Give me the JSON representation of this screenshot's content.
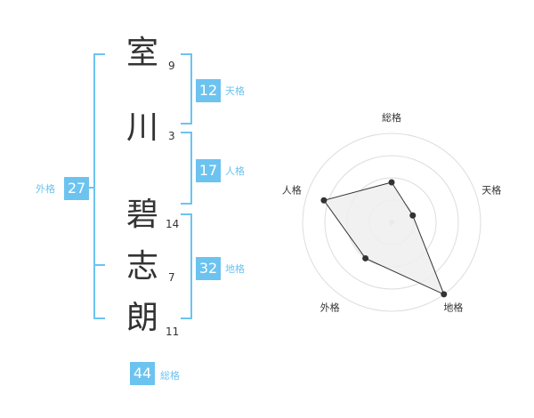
{
  "name": [
    {
      "char": "室",
      "strokes": "9"
    },
    {
      "char": "川",
      "strokes": "3"
    },
    {
      "char": "碧",
      "strokes": "14"
    },
    {
      "char": "志",
      "strokes": "7"
    },
    {
      "char": "朗",
      "strokes": "11"
    }
  ],
  "kakusu": {
    "tenkaku": {
      "value": "12",
      "label": "天格"
    },
    "jinkaku": {
      "value": "17",
      "label": "人格"
    },
    "chikaku": {
      "value": "32",
      "label": "地格"
    },
    "gaikaku": {
      "value": "27",
      "label": "外格"
    },
    "soukaku": {
      "value": "44",
      "label": "総格"
    }
  },
  "colors": {
    "accent": "#6cc3f0",
    "text": "#333333",
    "radar_fill": "#eeeeee",
    "ring": "#dddddd"
  },
  "chart_data": {
    "type": "radar",
    "axes": [
      "総格",
      "天格",
      "地格",
      "外格",
      "人格"
    ],
    "values": [
      0.45,
      0.25,
      1.0,
      0.5,
      0.8
    ],
    "rings": 4
  }
}
